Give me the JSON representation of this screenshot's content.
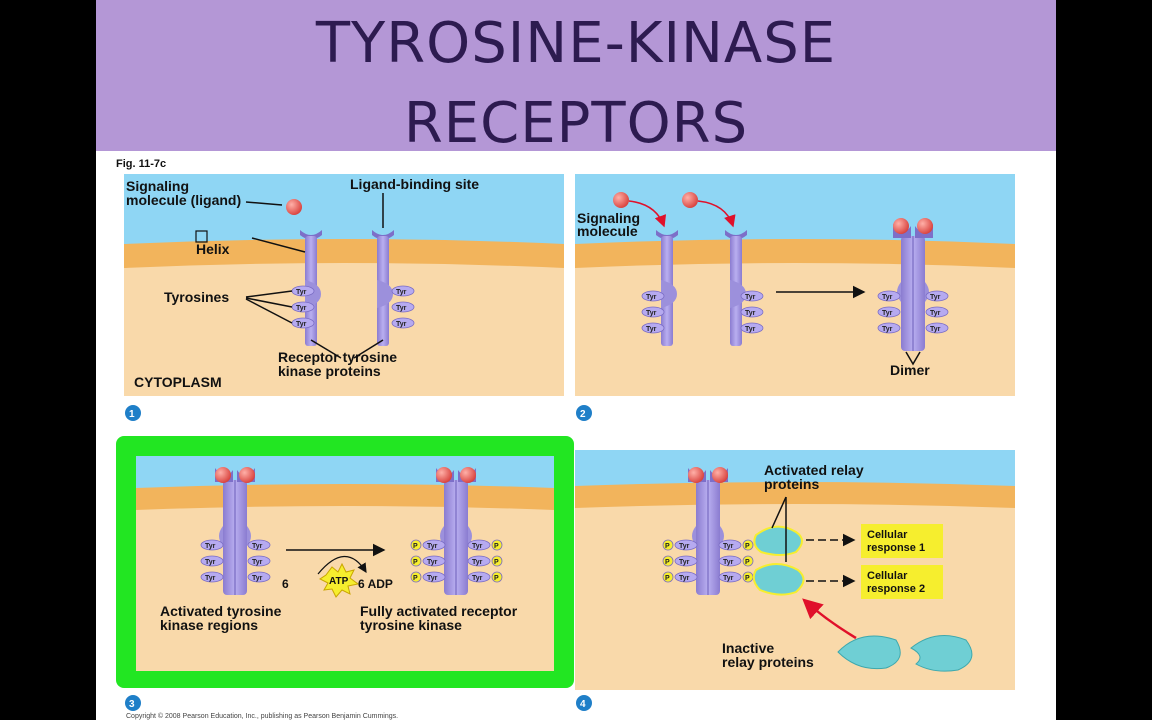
{
  "slide": {
    "title_line1": "TYROSINE-KINASE",
    "title_line2": "RECEPTORS"
  },
  "figure": {
    "fig_label": "Fig. 11-7c",
    "copyright": "Copyright © 2008 Pearson Education, Inc., publishing as Pearson Benjamin Cummings.",
    "panel1": {
      "step": "1",
      "signaling_molecule_1": "Signaling",
      "signaling_molecule_2": "molecule (ligand)",
      "ligand_binding_site": "Ligand-binding site",
      "helix": "Helix",
      "tyrosines": "Tyrosines",
      "receptor_1": "Receptor tyrosine",
      "receptor_2": "kinase proteins",
      "cytoplasm": "CYTOPLASM"
    },
    "panel2": {
      "step": "2",
      "signaling_1": "Signaling",
      "signaling_2": "molecule",
      "dimer": "Dimer"
    },
    "panel3": {
      "step": "3",
      "atp_count": "6",
      "atp": "ATP",
      "adp": "6 ADP",
      "activated_1": "Activated tyrosine",
      "activated_2": "kinase regions",
      "fully_1": "Fully activated receptor",
      "fully_2": "tyrosine kinase"
    },
    "panel4": {
      "step": "4",
      "activated_relay_1": "Activated relay",
      "activated_relay_2": "proteins",
      "response1_1": "Cellular",
      "response1_2": "response 1",
      "response2_1": "Cellular",
      "response2_2": "response 2",
      "inactive_1": "Inactive",
      "inactive_2": "relay proteins"
    },
    "tyr": "Tyr",
    "p": "P"
  },
  "colors": {
    "header": "#b497d6",
    "title": "#2d1b50",
    "extracellular": "#8fd6f4",
    "membrane": "#f2b45c",
    "cytoplasm": "#f9d9aa",
    "receptor": "#a89ce0",
    "ligand": "#e85a55",
    "highlight": "#22e622",
    "relay": "#6fcfd4",
    "response_box": "#f6ee2e"
  }
}
